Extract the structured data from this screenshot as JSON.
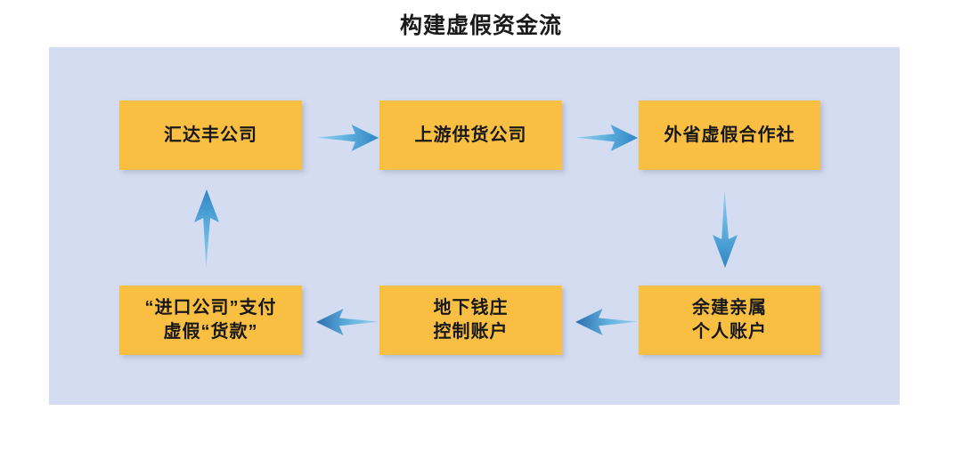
{
  "title": "构建虚假资金流",
  "colors": {
    "panel_background": "#d3dcf1",
    "node_fill": "#f9bf43",
    "node_text": "#181818",
    "arrow_light": "#7fc4e8",
    "arrow_dark": "#2f7fc0",
    "page_background": "#ffffff",
    "title_text": "#1a1a1a"
  },
  "diagram_data": {
    "type": "flowchart",
    "layout": "2-row cycle, left-to-right on top row, right-to-left on bottom row",
    "nodes": [
      {
        "id": "n1",
        "row": 1,
        "col": 1,
        "lines": [
          "汇达丰公司"
        ]
      },
      {
        "id": "n2",
        "row": 1,
        "col": 2,
        "lines": [
          "上游供货公司"
        ]
      },
      {
        "id": "n3",
        "row": 1,
        "col": 3,
        "lines": [
          "外省虚假合作社"
        ]
      },
      {
        "id": "n4",
        "row": 2,
        "col": 3,
        "lines": [
          "余建亲属",
          "个人账户"
        ]
      },
      {
        "id": "n5",
        "row": 2,
        "col": 2,
        "lines": [
          "地下钱庄",
          "控制账户"
        ]
      },
      {
        "id": "n6",
        "row": 2,
        "col": 1,
        "lines": [
          "“进口公司”支付",
          "虚假“货款”"
        ]
      }
    ],
    "edges": [
      {
        "from": "n1",
        "to": "n2",
        "direction": "right"
      },
      {
        "from": "n2",
        "to": "n3",
        "direction": "right"
      },
      {
        "from": "n3",
        "to": "n4",
        "direction": "down"
      },
      {
        "from": "n4",
        "to": "n5",
        "direction": "left"
      },
      {
        "from": "n5",
        "to": "n6",
        "direction": "left"
      },
      {
        "from": "n6",
        "to": "n1",
        "direction": "up"
      }
    ]
  }
}
